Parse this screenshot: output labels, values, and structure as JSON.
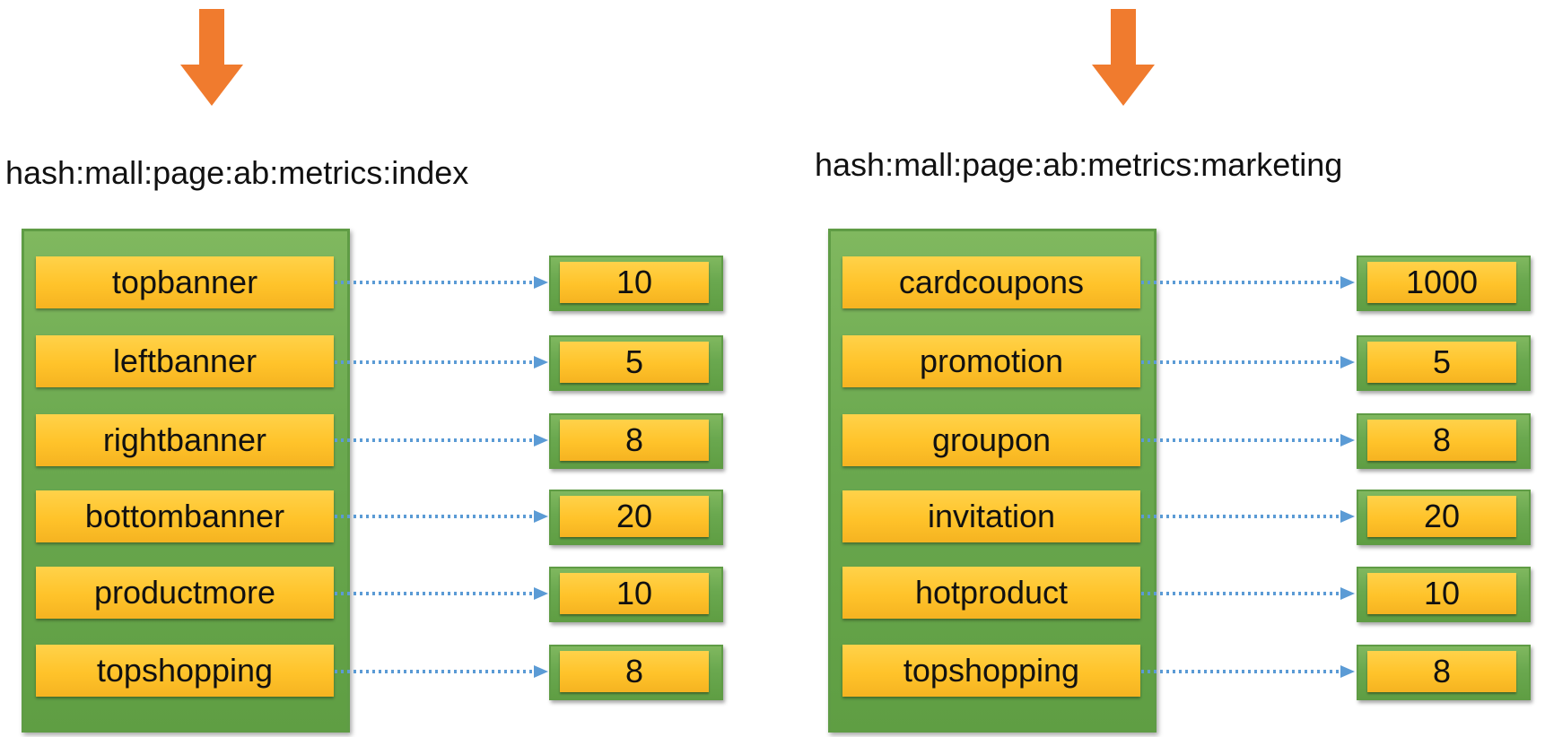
{
  "colors": {
    "arrow": "#f07b2e",
    "panel_green": "#6aa84f",
    "box_yellow": "#ffc32a",
    "connector_blue": "#5b9bd5"
  },
  "left": {
    "title": "hash:mall:page:ab:metrics:index",
    "fields": [
      {
        "key": "topbanner",
        "value": "10"
      },
      {
        "key": "leftbanner",
        "value": "5"
      },
      {
        "key": "rightbanner",
        "value": "8"
      },
      {
        "key": "bottombanner",
        "value": "20"
      },
      {
        "key": "productmore",
        "value": "10"
      },
      {
        "key": "topshopping",
        "value": "8"
      }
    ]
  },
  "right": {
    "title": "hash:mall:page:ab:metrics:marketing",
    "fields": [
      {
        "key": "cardcoupons",
        "value": "1000"
      },
      {
        "key": "promotion",
        "value": "5"
      },
      {
        "key": "groupon",
        "value": "8"
      },
      {
        "key": "invitation",
        "value": "20"
      },
      {
        "key": "hotproduct",
        "value": "10"
      },
      {
        "key": "topshopping",
        "value": "8"
      }
    ]
  }
}
